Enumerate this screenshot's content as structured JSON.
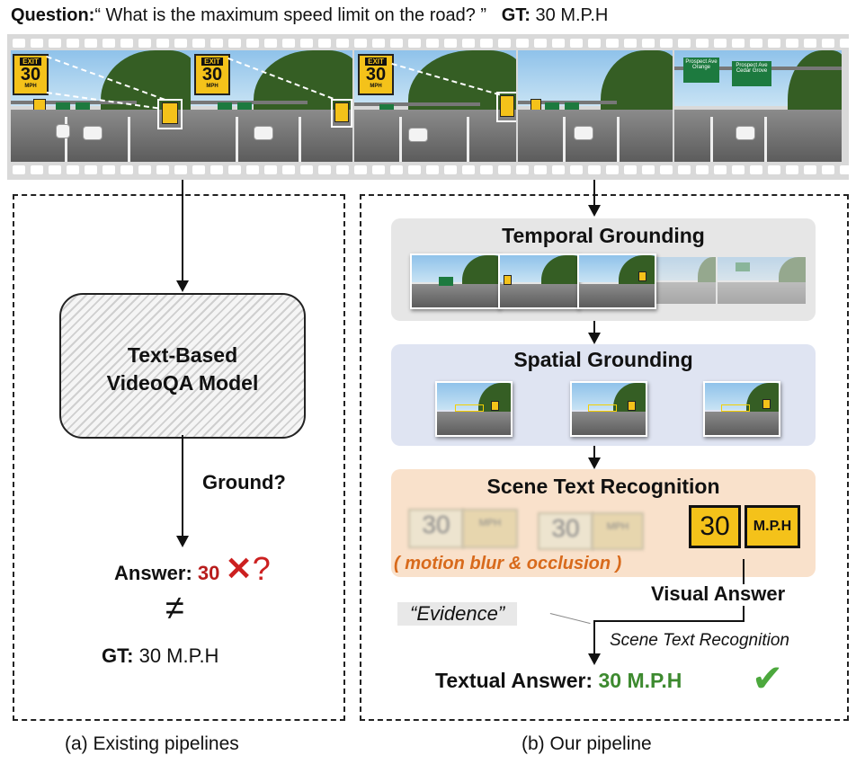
{
  "header": {
    "question_label": "Question:",
    "question_text": "“ What is the maximum speed limit on the road? ”",
    "gt_label": "GT:",
    "gt_value": "30 M.P.H"
  },
  "film_signs": {
    "exit": "EXIT",
    "speed": "30",
    "mph": "MPH",
    "green_sign_1": "Prospect Ave Orange",
    "green_sign_2": "Prospect Ave Cedar Grove"
  },
  "left_panel": {
    "model_title": "Text-Based VideoQA Model",
    "model_line1": "Text-Based",
    "model_line2": "VideoQA Model",
    "ground_question": "Ground?",
    "answer_label": "Answer:",
    "answer_value": "30",
    "wrong_mark": "✕",
    "question_mark": "?",
    "neq_symbol": "≠",
    "gt_label": "GT:",
    "gt_value": "30 M.P.H",
    "caption": "(a) Existing pipelines"
  },
  "right_panel": {
    "temporal_title": "Temporal Grounding",
    "spatial_title": "Spatial Grounding",
    "str_title": "Scene Text Recognition",
    "crop_speed": "30",
    "crop_mph": "MPH",
    "clear_speed": "30",
    "clear_mph": "M.P.H",
    "blur_note": "( motion blur & occlusion )",
    "visual_answer": "Visual Answer",
    "evidence": "“Evidence”",
    "str_label": "Scene Text Recognition",
    "textual_label": "Textual Answer:",
    "textual_value": "30 M.P.H",
    "check_mark": "✔",
    "caption": "(b) Our pipeline"
  },
  "colors": {
    "wrong": "#cc2020",
    "correct": "#3d8a2f",
    "sign_yellow": "#f4c21a"
  }
}
